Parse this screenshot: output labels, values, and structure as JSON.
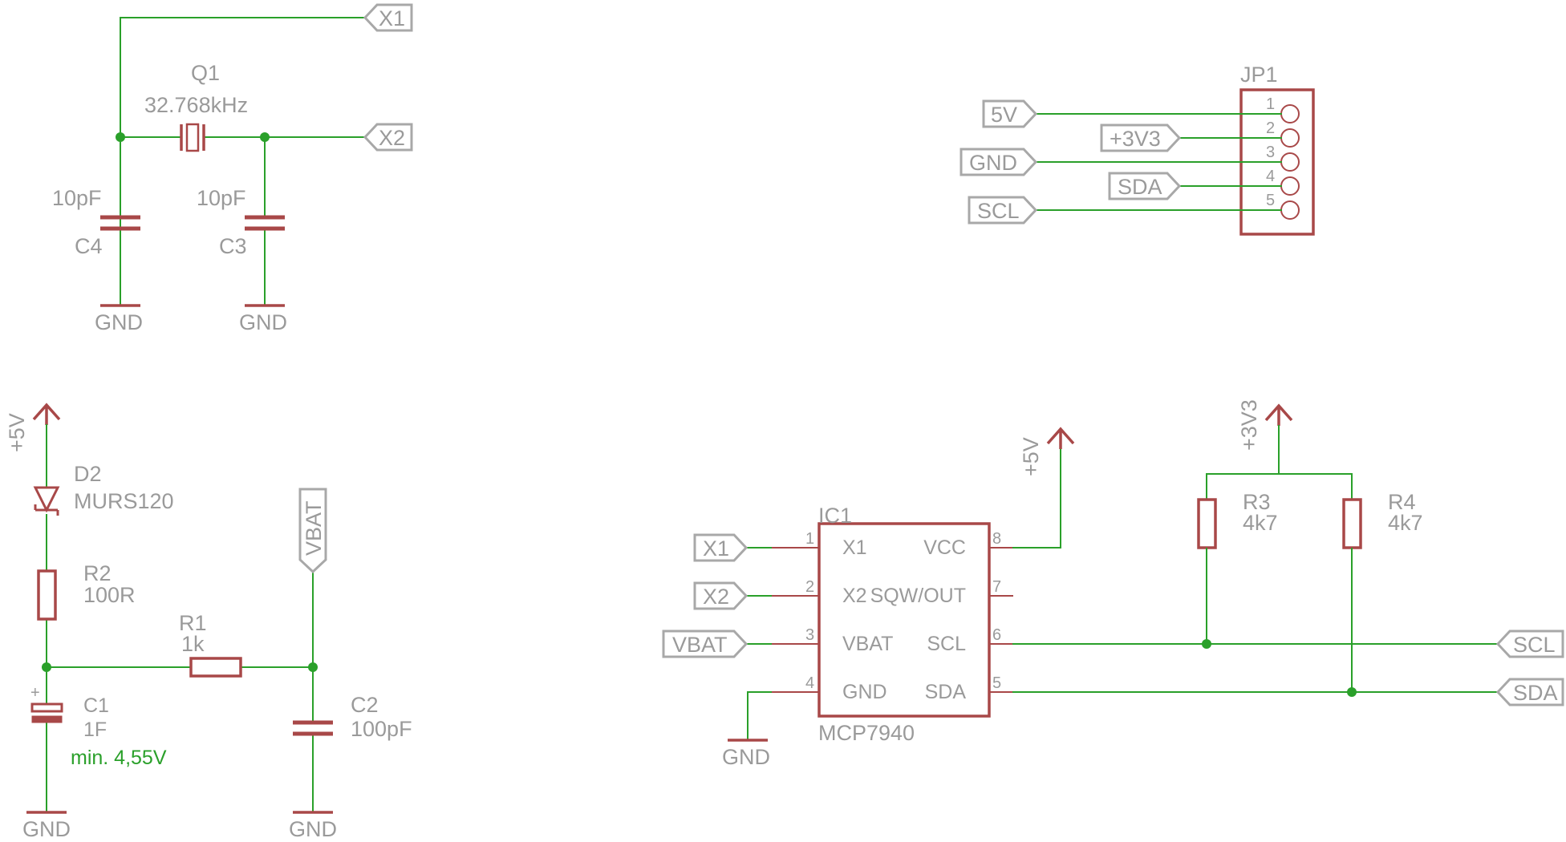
{
  "crystal": {
    "ref": "Q1",
    "value": "32.768kHz",
    "label_x1": "X1",
    "label_x2": "X2",
    "c4_value": "10pF",
    "c4_ref": "C4",
    "c3_value": "10pF",
    "c3_ref": "C3",
    "gnd_left": "GND",
    "gnd_right": "GND"
  },
  "header": {
    "ref": "JP1",
    "labels": [
      "5V",
      "+3V3",
      "GND",
      "SDA",
      "SCL"
    ],
    "pins": [
      "1",
      "2",
      "3",
      "4",
      "5"
    ]
  },
  "power": {
    "supply": "+5V",
    "d2_ref": "D2",
    "d2_value": "MURS120",
    "r2_ref": "R2",
    "r2_value": "100R",
    "r1_ref": "R1",
    "r1_value": "1k",
    "vbat": "VBAT",
    "c1_ref": "C1",
    "c1_value": "1F",
    "c1_plus": "+",
    "c1_note": "min. 4,55V",
    "c2_ref": "C2",
    "c2_value": "100pF",
    "gnd_left": "GND",
    "gnd_right": "GND"
  },
  "rtc": {
    "ref": "IC1",
    "part": "MCP7940",
    "left_pins": [
      {
        "num": "1",
        "name": "X1"
      },
      {
        "num": "2",
        "name": "X2"
      },
      {
        "num": "3",
        "name": "VBAT"
      },
      {
        "num": "4",
        "name": "GND"
      }
    ],
    "right_pins": [
      {
        "num": "8",
        "name": "VCC"
      },
      {
        "num": "7",
        "name": "SQW/OUT"
      },
      {
        "num": "6",
        "name": "SCL"
      },
      {
        "num": "5",
        "name": "SDA"
      }
    ],
    "labels_left": [
      "X1",
      "X2",
      "VBAT"
    ],
    "gnd": "GND",
    "vcc_supply": "+5V",
    "pullup_supply": "+3V3",
    "r3_ref": "R3",
    "r3_value": "4k7",
    "r4_ref": "R4",
    "r4_value": "4k7",
    "label_scl": "SCL",
    "label_sda": "SDA"
  }
}
